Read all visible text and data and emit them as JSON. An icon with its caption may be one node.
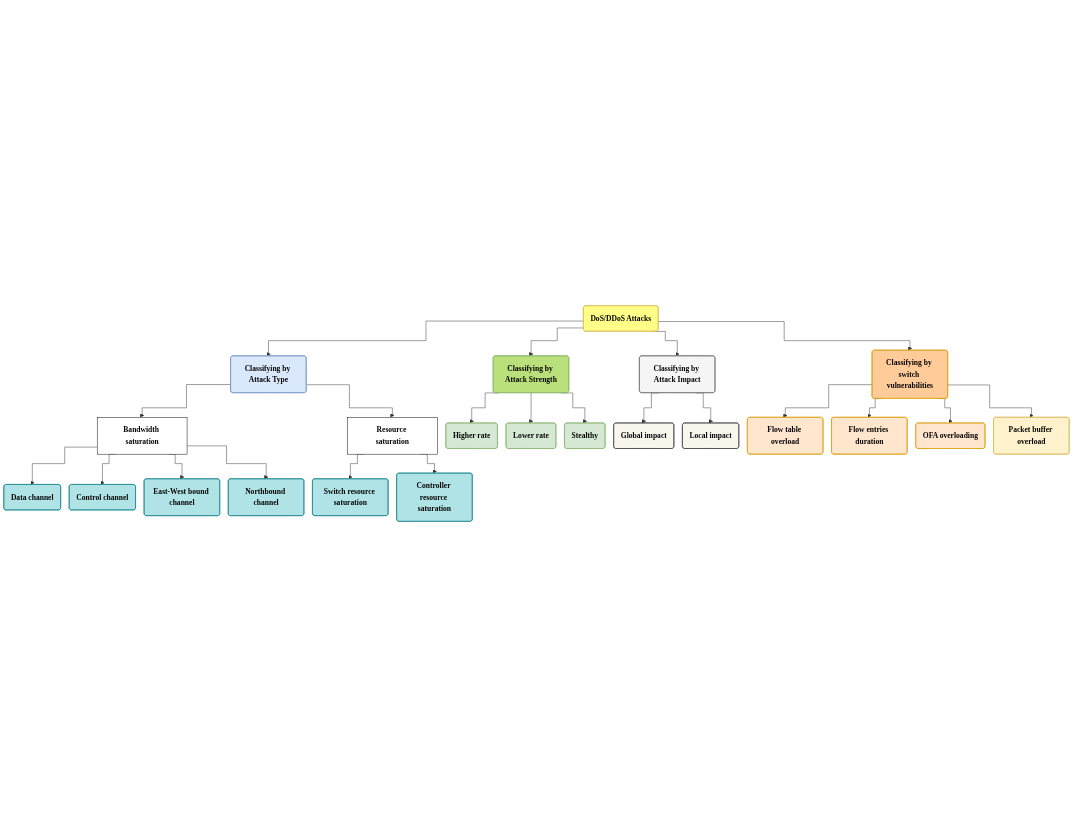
{
  "diagram": {
    "nodes": [
      {
        "text": [
          "DoS/DDoS Attacks"
        ]
      },
      {
        "text": [
          "Classifying by Attack Type"
        ]
      },
      {
        "text": [
          "Classifying by Attack Strength"
        ]
      },
      {
        "text": [
          "Classifying by Attack Impact"
        ]
      },
      {
        "text": [
          "Classifying by switch vulnerabilities"
        ]
      },
      {
        "text": [
          "Bandwidth saturation"
        ]
      },
      {
        "text": [
          "Resource saturation"
        ]
      },
      {
        "text": [
          "Data channel"
        ]
      },
      {
        "text": [
          "Control channel"
        ]
      },
      {
        "text": [
          "East-West bound channel"
        ]
      },
      {
        "text": [
          "Northbound channel"
        ]
      },
      {
        "text": [
          "Switch resource saturation"
        ]
      },
      {
        "text": [
          "Controller resource saturation"
        ]
      },
      {
        "text": [
          "Higher rate"
        ]
      },
      {
        "text": [
          "Lower rate"
        ]
      },
      {
        "text": [
          "Stealthy"
        ]
      },
      {
        "text": [
          "Global impact"
        ]
      },
      {
        "text": [
          "Local impact"
        ]
      },
      {
        "text": [
          "Flow table overload"
        ]
      },
      {
        "text": [
          "Flow entries duration"
        ]
      },
      {
        "text": [
          "OFA overloading"
        ]
      },
      {
        "text": [
          "Packet buffer overload"
        ]
      }
    ],
    "edges": [
      {
        "from": 0,
        "to": 1,
        "arrow": "to"
      },
      {
        "from": 0,
        "to": 2,
        "arrow": "to"
      },
      {
        "from": 0,
        "to": 3,
        "arrow": "to"
      },
      {
        "from": 0,
        "to": 4,
        "arrow": "to"
      },
      {
        "from": 1,
        "to": 5,
        "arrow": "to"
      },
      {
        "from": 1,
        "to": 6,
        "arrow": "to"
      },
      {
        "from": 5,
        "to": 7,
        "arrow": "to"
      },
      {
        "from": 5,
        "to": 8,
        "arrow": "to"
      },
      {
        "from": 5,
        "to": 9,
        "arrow": "to"
      },
      {
        "from": 5,
        "to": 10,
        "arrow": "to"
      },
      {
        "from": 6,
        "to": 11,
        "arrow": "to"
      },
      {
        "from": 6,
        "to": 12,
        "arrow": "to"
      },
      {
        "from": 2,
        "to": 13,
        "arrow": "to"
      },
      {
        "from": 2,
        "to": 14,
        "arrow": "to"
      },
      {
        "from": 2,
        "to": 15,
        "arrow": "to"
      },
      {
        "from": 3,
        "to": 16,
        "arrow": "to"
      },
      {
        "from": 3,
        "to": 17,
        "arrow": "to"
      },
      {
        "from": 4,
        "to": 18,
        "arrow": "to"
      },
      {
        "from": 4,
        "to": 19,
        "arrow": "to"
      },
      {
        "from": 4,
        "to": 20,
        "arrow": "to"
      },
      {
        "from": 4,
        "to": 21,
        "arrow": "to"
      }
    ]
  }
}
